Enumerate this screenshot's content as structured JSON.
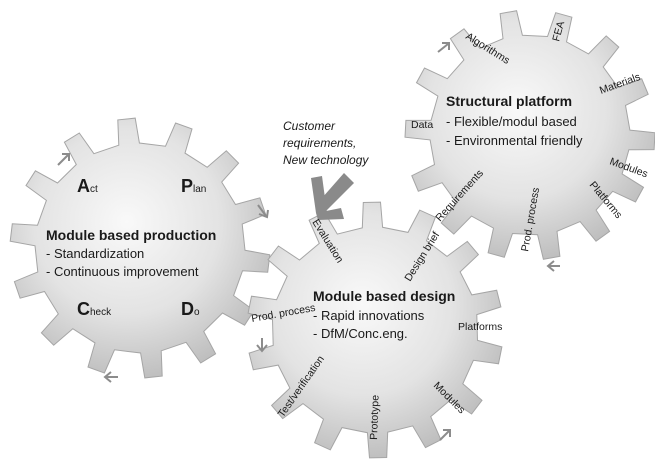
{
  "colors": {
    "gear_fill_light": "#f7f7f7",
    "gear_fill_dark": "#b3b3b3",
    "gear_stroke": "#9a9a9a",
    "arrow": "#8c8c8c",
    "text": "#1a1a1a"
  },
  "input": {
    "line1": "Customer",
    "line2": "requirements,",
    "line3": "New technology",
    "arrow_icon": "thick-down-left-arrow"
  },
  "production_gear": {
    "title": "Module based production",
    "bullet1": "- Standardization",
    "bullet2": "- Continuous improvement",
    "pdca": [
      {
        "big": "A",
        "small": "ct"
      },
      {
        "big": "P",
        "small": "lan"
      },
      {
        "big": "C",
        "small": "heck"
      },
      {
        "big": "D",
        "small": "o"
      }
    ]
  },
  "structural_gear": {
    "title": "Structural platform",
    "bullet1": "- Flexible/modul based",
    "bullet2": "- Environmental friendly",
    "tooth_labels": [
      "Algorithms",
      "FEA",
      "Materials",
      "Data",
      "Modules",
      "Platforms",
      "Prod. process",
      "Requirements"
    ]
  },
  "design_gear": {
    "title": "Module based design",
    "bullet1": "- Rapid innovations",
    "bullet2": "- DfM/Conc.eng.",
    "tooth_labels": [
      "Evaluation",
      "Design brief",
      "Platforms",
      "Prod. process",
      "Test/verification",
      "Prototype",
      "Modules"
    ]
  }
}
